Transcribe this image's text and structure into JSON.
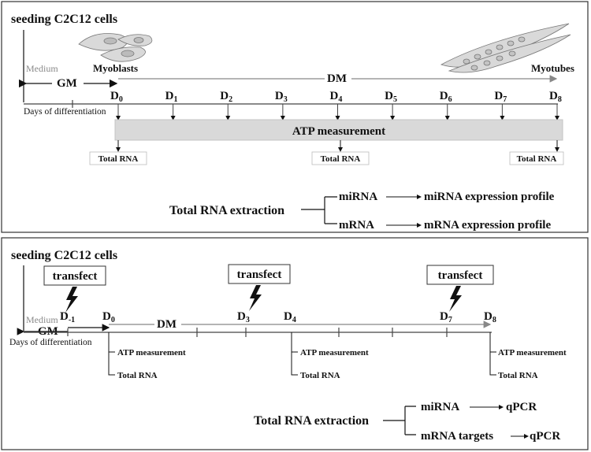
{
  "panel_a": {
    "seeding": "seeding C2C12 cells",
    "medium": "Medium",
    "gm": "GM",
    "dm": "DM",
    "myoblasts": "Myoblasts",
    "myotubes": "Myotubes",
    "days_label": "Days of differentiation",
    "day_ticks": [
      {
        "base": "D",
        "sub": "0"
      },
      {
        "base": "D",
        "sub": "1"
      },
      {
        "base": "D",
        "sub": "2"
      },
      {
        "base": "D",
        "sub": "3"
      },
      {
        "base": "D",
        "sub": "4"
      },
      {
        "base": "D",
        "sub": "5"
      },
      {
        "base": "D",
        "sub": "6"
      },
      {
        "base": "D",
        "sub": "7"
      },
      {
        "base": "D",
        "sub": "8"
      }
    ],
    "atp_bar": "ATP measurement",
    "total_rna": "Total RNA",
    "extraction": "Total RNA extraction",
    "mirna": "miRNA",
    "mrna": "mRNA",
    "mirna_result": "miRNA expression profile",
    "mrna_result": "mRNA expression profile"
  },
  "panel_b": {
    "seeding": "seeding C2C12 cells",
    "transfect": "transfect",
    "medium": "Medium",
    "gm": "GM",
    "dm": "DM",
    "days_label": "Days of differentiation",
    "d_minus1": {
      "base": "D",
      "sub": "-1"
    },
    "d0": {
      "base": "D",
      "sub": "0"
    },
    "d3": {
      "base": "D",
      "sub": "3"
    },
    "d4": {
      "base": "D",
      "sub": "4"
    },
    "d7": {
      "base": "D",
      "sub": "7"
    },
    "d8": {
      "base": "D",
      "sub": "8"
    },
    "atp": "ATP measurement",
    "total_rna": "Total RNA",
    "extraction": "Total RNA extraction",
    "mirna": "miRNA",
    "mrna_targets": "mRNA targets",
    "qpcr": "qPCR"
  }
}
